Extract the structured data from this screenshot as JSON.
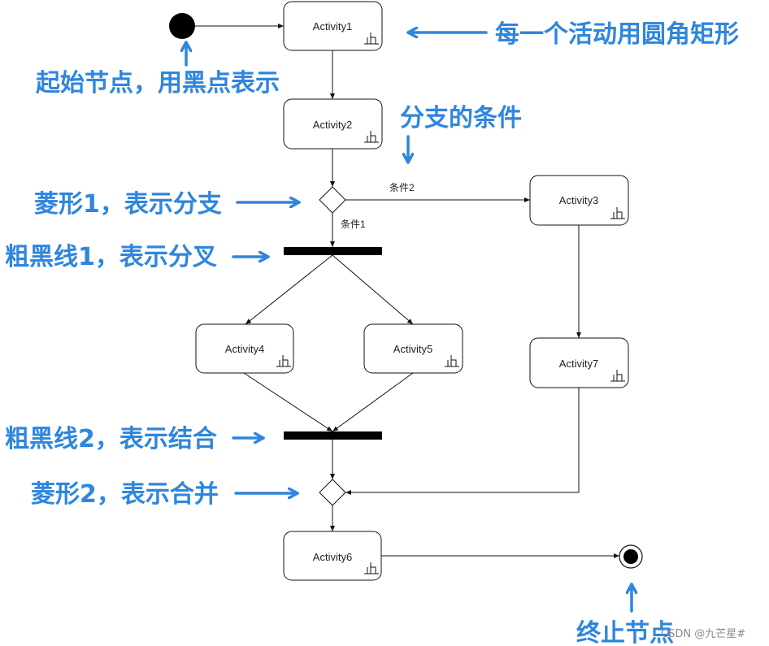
{
  "diagram": {
    "type": "uml-activity",
    "activities": {
      "a1": "Activity1",
      "a2": "Activity2",
      "a3": "Activity3",
      "a4": "Activity4",
      "a5": "Activity5",
      "a6": "Activity6",
      "a7": "Activity7"
    },
    "conditions": {
      "c1": "条件1",
      "c2": "条件2"
    }
  },
  "annotations": {
    "rounded_rect": "每一个活动用圆角矩形",
    "start_node": "起始节点，用黑点表示",
    "branch_condition": "分支的条件",
    "diamond1": "菱形1，表示分支",
    "fork_bar": "粗黑线1，表示分叉",
    "join_bar": "粗黑线2，表示结合",
    "diamond2": "菱形2，表示合并",
    "end_node": "终止节点"
  },
  "colors": {
    "annotation": "#2e86de",
    "line": "#111111"
  },
  "watermark": "CSDN @九芒星#"
}
